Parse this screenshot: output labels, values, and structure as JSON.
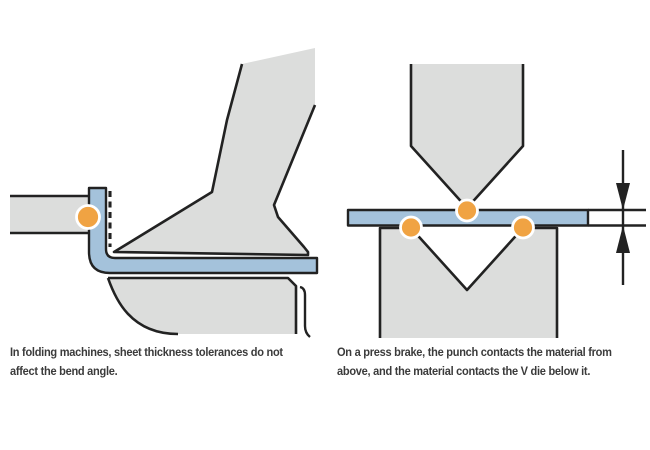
{
  "figure_title": "Folding machine vs press brake bending comparison",
  "panels": {
    "left": {
      "name": "folding-machine",
      "caption": "In folding machines, sheet thickness tolerances do not affect the bend angle.",
      "caption_lines": {
        "line1": "In folding machines, sheet thickness tolerances do not",
        "line2": "affect the bend angle."
      },
      "contact_point_count": "1",
      "elements": [
        "upper clamping beam",
        "folding beam tool",
        "bent sheet (L-shape)",
        "bend line (dashed)",
        "lower beam",
        "contact point marker"
      ]
    },
    "right": {
      "name": "press-brake",
      "caption": "On a press brake, the punch contacts the material from above, and the material contacts the V die below it.",
      "caption_lines": {
        "line1": "On a press brake, the punch contacts the material from",
        "line2": "above, and the material contacts the V die below it."
      },
      "contact_point_count": "3",
      "elements": [
        "punch",
        "sheet material",
        "V die",
        "sheet thickness dimension arrows",
        "contact point markers"
      ]
    }
  },
  "colors": {
    "background": "#ffffff",
    "machine_gray": "#dcdddc",
    "sheet_blue": "#a4c2db",
    "accent_orange": "#f0a343",
    "outline_dark": "#222222",
    "caption_text": "#3b3b3b"
  }
}
